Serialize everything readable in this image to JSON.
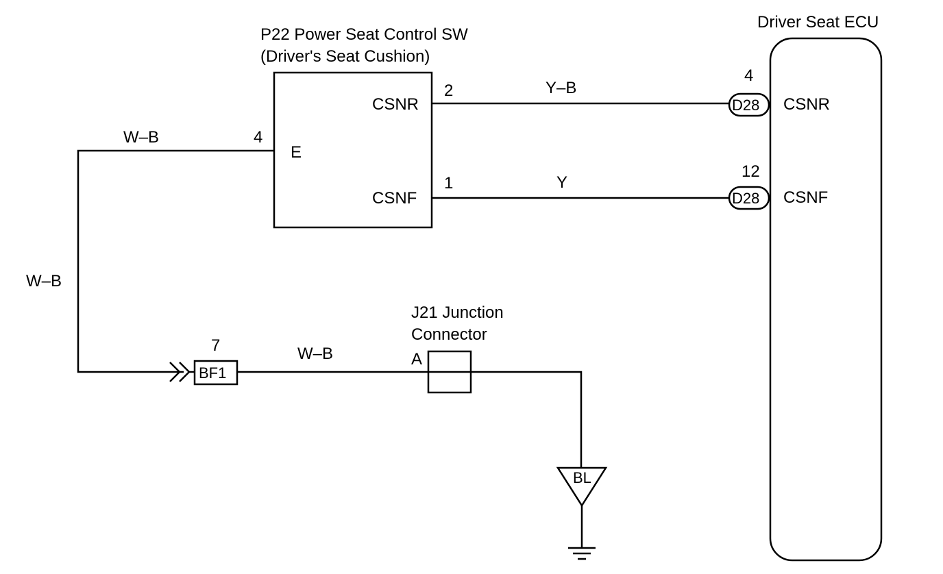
{
  "switch": {
    "title_line1": "P22 Power Seat Control SW",
    "title_line2": "(Driver's Seat Cushion)",
    "pin_e_label": "E",
    "pin_e_number": "4",
    "pin_csnr_label": "CSNR",
    "pin_csnr_number": "2",
    "pin_csnf_label": "CSNF",
    "pin_csnf_number": "1"
  },
  "ecu": {
    "title": "Driver Seat ECU",
    "pin_csnr_label": "CSNR",
    "pin_csnr_number": "4",
    "pin_csnf_label": "CSNF",
    "pin_csnf_number": "12",
    "connector_top": "D28",
    "connector_bottom": "D28"
  },
  "wires": {
    "csnr_color": "Y–B",
    "csnf_color": "Y",
    "ground_top": "W–B",
    "ground_left": "W–B",
    "ground_bottom": "W–B"
  },
  "junction": {
    "title_line1": "J21 Junction",
    "title_line2": "Connector",
    "pin_label": "A"
  },
  "inline_connector": {
    "label": "BF1",
    "pin_number": "7"
  },
  "ground_point": {
    "label": "BL"
  }
}
